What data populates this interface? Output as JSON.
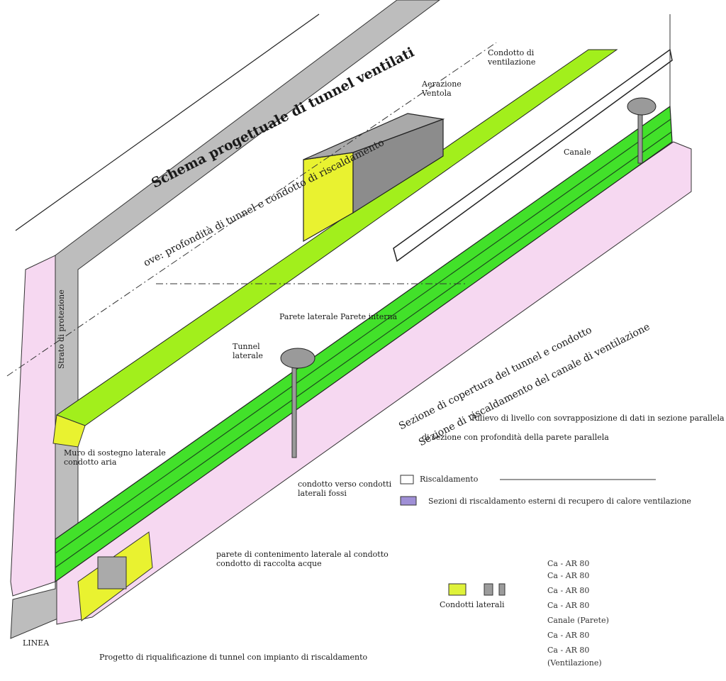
{
  "title": "Schema progettuale di tunnel ventilati",
  "subtitle": "ove: profondità di tunnel e condotto di riscaldamento",
  "right_title": "Sezione di riscaldamento del canale di ventilazione",
  "lower_title": "Sezione di copertura del tunnel e condotto",
  "labels": {
    "top_right_1": "Condotto di\nventilazione",
    "top_right_2": "Aerazione\nVentola",
    "right_small": "Canale",
    "center_1": "Parete laterale Parete interna",
    "center_2": "Tunnel\nlaterale",
    "left_callout": "Muro di sostegno laterale\ncondotto aria",
    "mid_callout": "condotto verso condotti\nlaterali fossi",
    "bottom_callout": "parete di contenimento laterale al condotto\ncondotto di raccolta acque",
    "right_para_1": "Rilievo di livello con sovrapposizione di dati in sezione parallela",
    "right_para_2": "di sezione con profondità della parete parallela",
    "left_vertical": "Strato di protezione",
    "corner": "LINEA",
    "footnote": "Progetto di riqualificazione di tunnel con impianto di riscaldamento"
  },
  "legend": {
    "item1": "Riscaldamento",
    "item2": "Sezioni di riscaldamento esterni di recupero di calore ventilazione",
    "item3": "Condotti laterali"
  },
  "codes": [
    "Ca - AR 80",
    "Ca - AR 80",
    "Ca - AR 80",
    "Ca - AR 80",
    "Canale (Parete)",
    "Ca - AR 80",
    "Ca - AR 80",
    "(Ventilazione)"
  ],
  "colors": {
    "lime": "#9ef01a",
    "green": "#3ce02a",
    "yellow": "#e9f230",
    "pink": "#f6d8f1",
    "gray": "#b9b9b9",
    "ink": "#222222"
  }
}
